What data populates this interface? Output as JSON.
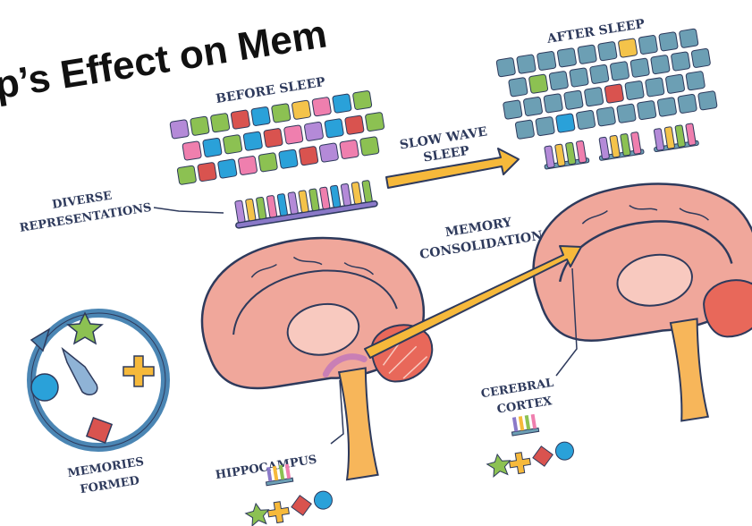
{
  "title": "p’s Effect on Mem",
  "labels": {
    "before_sleep": "BEFORE SLEEP",
    "after_sleep": "AFTER SLEEP",
    "slow_wave_line1": "SLOW WAVE",
    "slow_wave_line2": "SLEEP",
    "diverse_line1": "DIVERSE",
    "diverse_line2": "REPRESENTATIONS",
    "memory_consolidation_line1": "MEMORY",
    "memory_consolidation_line2": "CONSOLIDATION",
    "memories_formed_line1": "MEMORIES",
    "memories_formed_line2": "FORMED",
    "hippocampus": "HIPPOCAMPUS",
    "cerebral_cortex_line1": "CEREBRAL",
    "cerebral_cortex_line2": "CORTEX"
  },
  "colors": {
    "outline": "#2e3a5c",
    "brain_pink": "#f0a79b",
    "brain_light": "#f8c9bf",
    "arrow_yellow": "#f6b93b",
    "cerebellum_red": "#e8685a",
    "stem_orange": "#f7b65a",
    "square_green": "#8cc152",
    "square_blue": "#2aa1d9",
    "square_pink": "#ef7fae",
    "square_purple": "#b48ad8",
    "square_red": "#d9534f",
    "square_yellow": "#f4c34a",
    "square_teal": "#6c9fb4"
  },
  "icons": [
    "star-icon",
    "plus-icon",
    "diamond-icon",
    "circle-icon",
    "comb-icon",
    "cycle-arrow-icon"
  ]
}
